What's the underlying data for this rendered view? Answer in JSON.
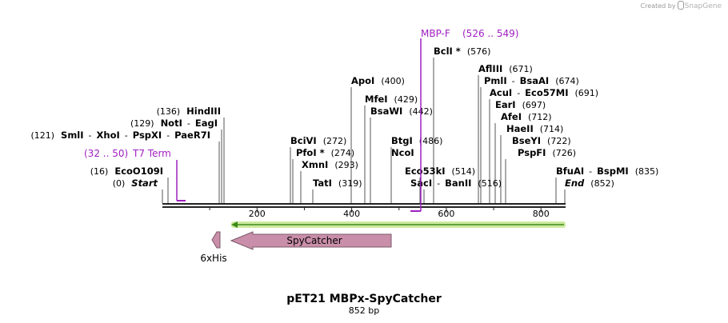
{
  "branding": {
    "created_by": "Created by",
    "app": "SnapGene"
  },
  "plasmid": {
    "name": "pET21 MBPx-SpyCatcher",
    "length_label": "852 bp"
  },
  "scale": {
    "min": 0,
    "max": 852
  },
  "ticks": [
    200,
    400,
    600,
    800
  ],
  "primer": {
    "name": "MBP-F",
    "range": "(526 .. 549)",
    "start": 526,
    "end": 549
  },
  "promoter": {
    "name": "T7 Term",
    "range": "(32 .. 50)",
    "start": 32,
    "end": 50
  },
  "green_feature": {
    "start": 145,
    "end": 852,
    "direction": "reverse"
  },
  "features": [
    {
      "name": "6xHis",
      "start": 105,
      "end": 122,
      "direction": "reverse",
      "color": "#c98ea9"
    },
    {
      "name": "SpyCatcher",
      "start": 145,
      "end": 487,
      "direction": "reverse",
      "color": "#c98ea9"
    }
  ],
  "sites": [
    {
      "pos": 576,
      "parts": [
        {
          "text": "BclI *",
          "bold": true
        },
        {
          "text": "(576)"
        }
      ]
    },
    {
      "pos": 400,
      "parts": [
        {
          "text": "ApoI",
          "bold": true
        },
        {
          "text": "(400)"
        }
      ]
    },
    {
      "pos": 429,
      "parts": [
        {
          "text": "MfeI",
          "bold": true
        },
        {
          "text": "(429)"
        }
      ]
    },
    {
      "pos": 442,
      "parts": [
        {
          "text": "BsaWI",
          "bold": true
        },
        {
          "text": "(442)"
        }
      ]
    },
    {
      "pos": 671,
      "parts": [
        {
          "text": "AflIII",
          "bold": true
        },
        {
          "text": "(671)"
        }
      ]
    },
    {
      "pos": 674,
      "parts": [
        {
          "text": "PmlI",
          "bold": true
        },
        {
          "text": "-"
        },
        {
          "text": "BsaAI",
          "bold": true
        },
        {
          "text": "(674)"
        }
      ]
    },
    {
      "pos": 691,
      "parts": [
        {
          "text": "AcuI",
          "bold": true
        },
        {
          "text": "-"
        },
        {
          "text": "Eco57MI",
          "bold": true
        },
        {
          "text": "(691)"
        }
      ]
    },
    {
      "pos": 697,
      "parts": [
        {
          "text": "EarI",
          "bold": true
        },
        {
          "text": "(697)"
        }
      ]
    },
    {
      "pos": 712,
      "parts": [
        {
          "text": "AfeI",
          "bold": true
        },
        {
          "text": "(712)"
        }
      ]
    },
    {
      "pos": 714,
      "parts": [
        {
          "text": "HaeII",
          "bold": true
        },
        {
          "text": "(714)"
        }
      ]
    },
    {
      "pos": 722,
      "parts": [
        {
          "text": "BseYI",
          "bold": true
        },
        {
          "text": "(722)"
        }
      ]
    },
    {
      "pos": 726,
      "parts": [
        {
          "text": "PspFI",
          "bold": true
        },
        {
          "text": "(726)"
        }
      ]
    },
    {
      "pos": 136,
      "parts": [
        {
          "text": "(136)"
        },
        {
          "text": "HindIII",
          "bold": true
        }
      ]
    },
    {
      "pos": 129,
      "parts": [
        {
          "text": "(129)"
        },
        {
          "text": "NotI",
          "bold": true
        },
        {
          "text": "-"
        },
        {
          "text": "EagI",
          "bold": true
        }
      ]
    },
    {
      "pos": 121,
      "parts": [
        {
          "text": "(121)"
        },
        {
          "text": "SmlI",
          "bold": true
        },
        {
          "text": "-"
        },
        {
          "text": "XhoI",
          "bold": true
        },
        {
          "text": "-"
        },
        {
          "text": "PspXI",
          "bold": true
        },
        {
          "text": "-"
        },
        {
          "text": "PaeR7I",
          "bold": true
        }
      ]
    },
    {
      "pos": 16,
      "parts": [
        {
          "text": "(16)"
        },
        {
          "text": "EcoO109I",
          "bold": true
        }
      ]
    },
    {
      "pos": 0,
      "parts": [
        {
          "text": "(0)"
        },
        {
          "text": "Start",
          "bold": true,
          "italic": true
        }
      ]
    },
    {
      "pos": 272,
      "parts": [
        {
          "text": "BciVI",
          "bold": true
        },
        {
          "text": "(272)"
        }
      ]
    },
    {
      "pos": 274,
      "parts": [
        {
          "text": "PfoI *",
          "bold": true
        },
        {
          "text": "(274)"
        }
      ]
    },
    {
      "pos": 293,
      "parts": [
        {
          "text": "XmnI",
          "bold": true
        },
        {
          "text": "(293)"
        }
      ]
    },
    {
      "pos": 319,
      "parts": [
        {
          "text": "TatI",
          "bold": true
        },
        {
          "text": "(319)"
        }
      ]
    },
    {
      "pos": 486,
      "parts": [
        {
          "text": "BtgI",
          "bold": true
        },
        {
          "text": "(486)"
        }
      ]
    },
    {
      "pos": 486,
      "parts": [
        {
          "text": "NcoI",
          "bold": true
        }
      ]
    },
    {
      "pos": 514,
      "parts": [
        {
          "text": "Eco53kI",
          "bold": true
        },
        {
          "text": "(514)"
        }
      ]
    },
    {
      "pos": 516,
      "parts": [
        {
          "text": "SacI",
          "bold": true
        },
        {
          "text": "-"
        },
        {
          "text": "BanII",
          "bold": true
        },
        {
          "text": "(516)"
        }
      ]
    },
    {
      "pos": 835,
      "parts": [
        {
          "text": "BfuAI",
          "bold": true
        },
        {
          "text": "-"
        },
        {
          "text": "BspMI",
          "bold": true
        },
        {
          "text": "(835)"
        }
      ]
    },
    {
      "pos": 852,
      "parts": [
        {
          "text": "End",
          "bold": true,
          "italic": true
        },
        {
          "text": "(852)"
        }
      ]
    }
  ]
}
